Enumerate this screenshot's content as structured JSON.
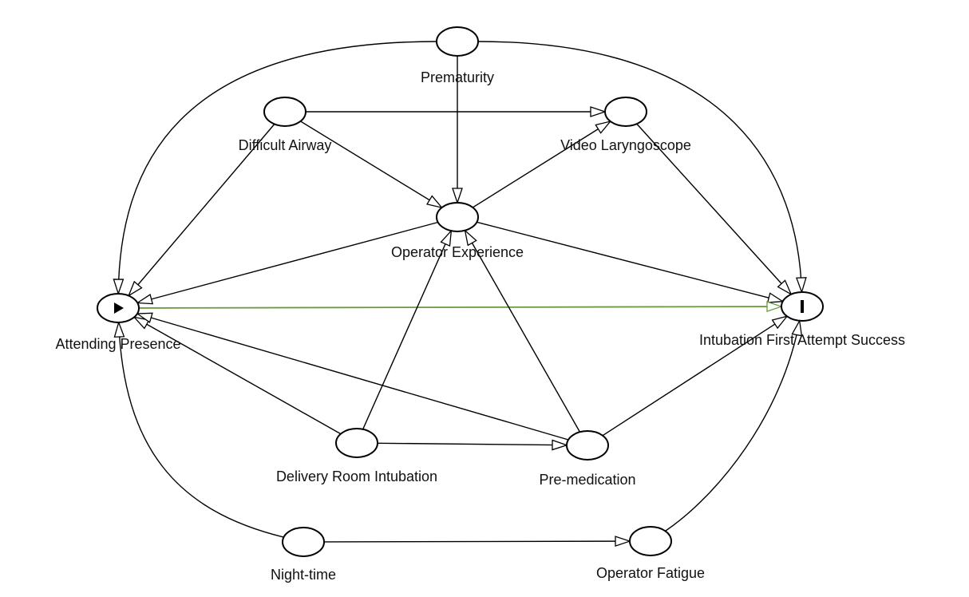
{
  "diagram": {
    "type": "causal-dag",
    "colors": {
      "exposure": "#c9dc63",
      "outcome": "#5aa9d8",
      "causal_path": "#6a9a3c",
      "edge": "#000000",
      "node_border": "#000000"
    },
    "nodes": [
      {
        "id": "prematurity",
        "label": "Prematurity",
        "role": "covariate"
      },
      {
        "id": "difficult_airway",
        "label": "Difficult Airway",
        "role": "covariate"
      },
      {
        "id": "video_laryngoscope",
        "label": "Video Laryngoscope",
        "role": "covariate"
      },
      {
        "id": "operator_experience",
        "label": "Operator Experience",
        "role": "covariate"
      },
      {
        "id": "attending_presence",
        "label": "Attending Presence",
        "role": "exposure",
        "icon": "play-icon"
      },
      {
        "id": "intubation_success",
        "label": "Intubation First Attempt Success",
        "role": "outcome",
        "icon": "bar-icon"
      },
      {
        "id": "delivery_room",
        "label": "Delivery Room Intubation",
        "role": "covariate"
      },
      {
        "id": "premedication",
        "label": "Pre-medication",
        "role": "covariate"
      },
      {
        "id": "night_time",
        "label": "Night-time",
        "role": "covariate"
      },
      {
        "id": "operator_fatigue",
        "label": "Operator Fatigue",
        "role": "covariate"
      }
    ],
    "edges": [
      {
        "from": "prematurity",
        "to": "attending_presence"
      },
      {
        "from": "prematurity",
        "to": "intubation_success"
      },
      {
        "from": "prematurity",
        "to": "operator_experience"
      },
      {
        "from": "difficult_airway",
        "to": "video_laryngoscope"
      },
      {
        "from": "difficult_airway",
        "to": "operator_experience"
      },
      {
        "from": "difficult_airway",
        "to": "attending_presence"
      },
      {
        "from": "operator_experience",
        "to": "video_laryngoscope"
      },
      {
        "from": "video_laryngoscope",
        "to": "intubation_success"
      },
      {
        "from": "operator_experience",
        "to": "attending_presence"
      },
      {
        "from": "operator_experience",
        "to": "intubation_success"
      },
      {
        "from": "attending_presence",
        "to": "intubation_success",
        "causal": true
      },
      {
        "from": "delivery_room",
        "to": "operator_experience"
      },
      {
        "from": "delivery_room",
        "to": "attending_presence"
      },
      {
        "from": "delivery_room",
        "to": "premedication"
      },
      {
        "from": "premedication",
        "to": "operator_experience"
      },
      {
        "from": "premedication",
        "to": "attending_presence"
      },
      {
        "from": "premedication",
        "to": "intubation_success"
      },
      {
        "from": "night_time",
        "to": "attending_presence"
      },
      {
        "from": "night_time",
        "to": "operator_fatigue"
      },
      {
        "from": "operator_fatigue",
        "to": "intubation_success"
      }
    ]
  }
}
